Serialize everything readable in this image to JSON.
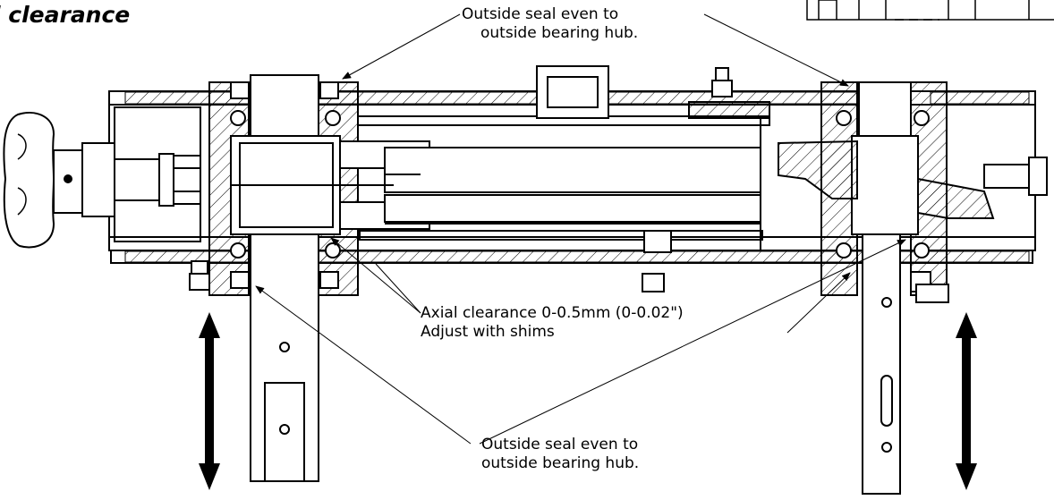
{
  "title": "l clearance",
  "callouts": {
    "top_seal": {
      "line1": "Outside seal even to",
      "line2": "outside bearing hub."
    },
    "axial": {
      "line1": "Axial clearance 0-0.5mm (0-0.02\")",
      "line2": "Adjust with shims"
    },
    "bottom_seal": {
      "line1": "Outside seal even to",
      "line2": "outside bearing hub."
    }
  },
  "colors": {
    "ink": "#000000",
    "paper": "#ffffff",
    "hatch": "#000000"
  },
  "icons": [
    "double-arrow-icon",
    "knob-icon",
    "bolt-icon"
  ]
}
